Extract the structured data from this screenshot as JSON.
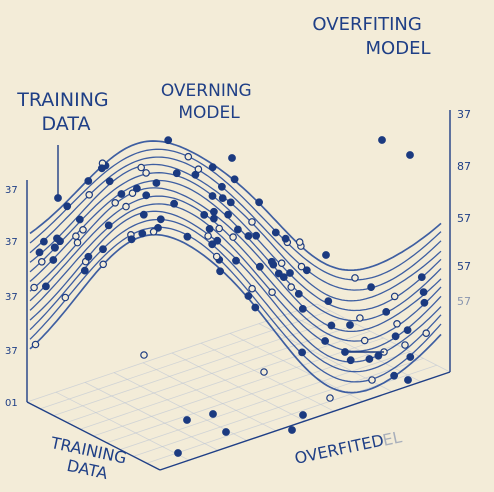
{
  "labels": {
    "training_top": [
      "TRAINING",
      "DATA"
    ],
    "overning": [
      "OVERNING",
      "MODEL"
    ],
    "overfitting": [
      "OVERFITING",
      "MODEL"
    ],
    "overfited_bottom": "OVERFITED",
    "overfited_tail": "EL",
    "training_bottom": [
      "TRAINING",
      "DATA"
    ]
  },
  "left_ticks": [
    "37",
    "37",
    "37",
    "37",
    "01"
  ],
  "right_ticks": [
    "37",
    "87",
    "57",
    "57",
    "57"
  ],
  "colors": {
    "background": "#f3ecd8",
    "ink": "#1f3f86",
    "curve": "#2a4f9b",
    "dot": "#1b3a80",
    "grid": "#b9c3d3"
  }
}
